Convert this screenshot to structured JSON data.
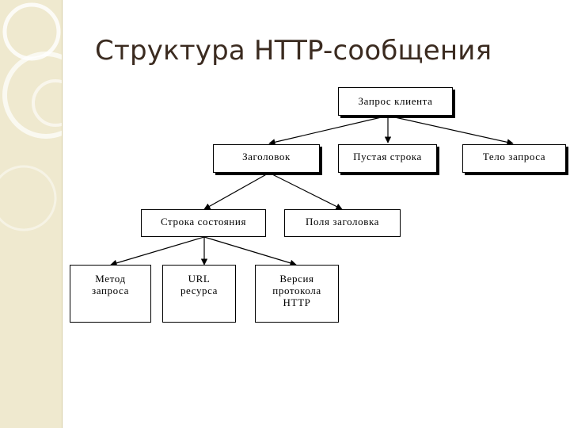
{
  "slide": {
    "title": "Структура HTTP-сообщения",
    "accent": "#3b2b20",
    "sidebar_color": "#efe9cf"
  },
  "diagram": {
    "root": "Запрос клиента",
    "header": "Заголовок",
    "empty_line": "Пустая строка",
    "body": "Тело запроса",
    "status_line": "Строка состояния",
    "header_fields": "Поля заголовка",
    "method": "Метод\nзапроса",
    "url": "URL\nресурса",
    "version": "Версия\nпротокола\nHTTP"
  }
}
